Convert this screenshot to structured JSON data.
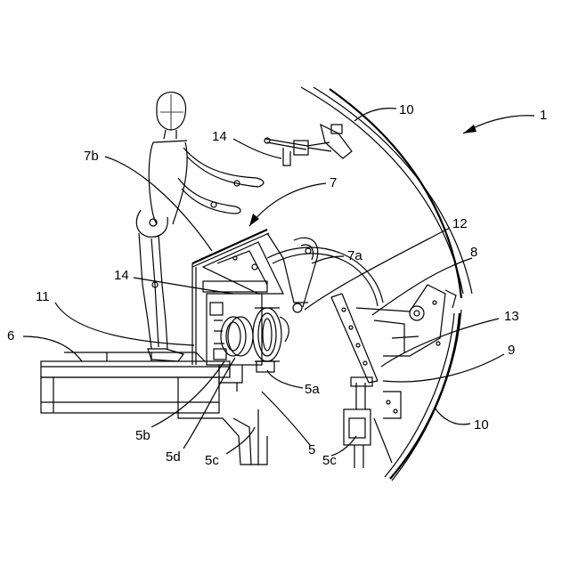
{
  "labels": {
    "l1": "1",
    "l5": "5",
    "l5a": "5a",
    "l5b": "5b",
    "l5c_left": "5c",
    "l5c_right": "5c",
    "l5d": "5d",
    "l6": "6",
    "l7": "7",
    "l7a": "7a",
    "l7b": "7b",
    "l8": "8",
    "l9": "9",
    "l10_top": "10",
    "l10_bottom": "10",
    "l11": "11",
    "l12": "12",
    "l13": "13",
    "l14_top": "14",
    "l14_mid": "14"
  }
}
